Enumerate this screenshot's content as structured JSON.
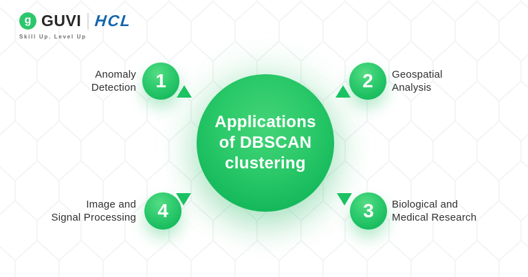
{
  "header": {
    "logo_glyph": "g",
    "guvi": "GUVI",
    "hcl": "HCL",
    "tagline": "Skill Up. Level Up"
  },
  "center": {
    "title": "Applications of DBSCAN clustering",
    "title_lines": [
      "Applications",
      "of DBSCAN",
      "clustering"
    ]
  },
  "items": [
    {
      "number": "1",
      "position": "top-left",
      "arrow": "up",
      "label": "Anomaly Detection",
      "lines": [
        "Anomaly",
        "Detection"
      ]
    },
    {
      "number": "2",
      "position": "top-right",
      "arrow": "up",
      "label": "Geospatial Analysis",
      "lines": [
        "Geospatial",
        "Analysis"
      ]
    },
    {
      "number": "3",
      "position": "bottom-right",
      "arrow": "down",
      "label": "Biological and Medical Research",
      "lines": [
        "Biological and",
        "Medical Research"
      ]
    },
    {
      "number": "4",
      "position": "bottom-left",
      "arrow": "down",
      "label": "Image and Signal Processing",
      "lines": [
        "Image and",
        "Signal Processing"
      ]
    }
  ],
  "colors": {
    "primary_green": "#1dc463",
    "green_light": "#55dc84",
    "green_dark": "#0fb254",
    "guvi_green": "#2bc76c",
    "hcl_blue": "#1565ad",
    "text_dark": "#2f2f2f",
    "tagline_gray": "#6f6f6f",
    "pattern_line": "#eff1f3",
    "background": "#ffffff"
  }
}
